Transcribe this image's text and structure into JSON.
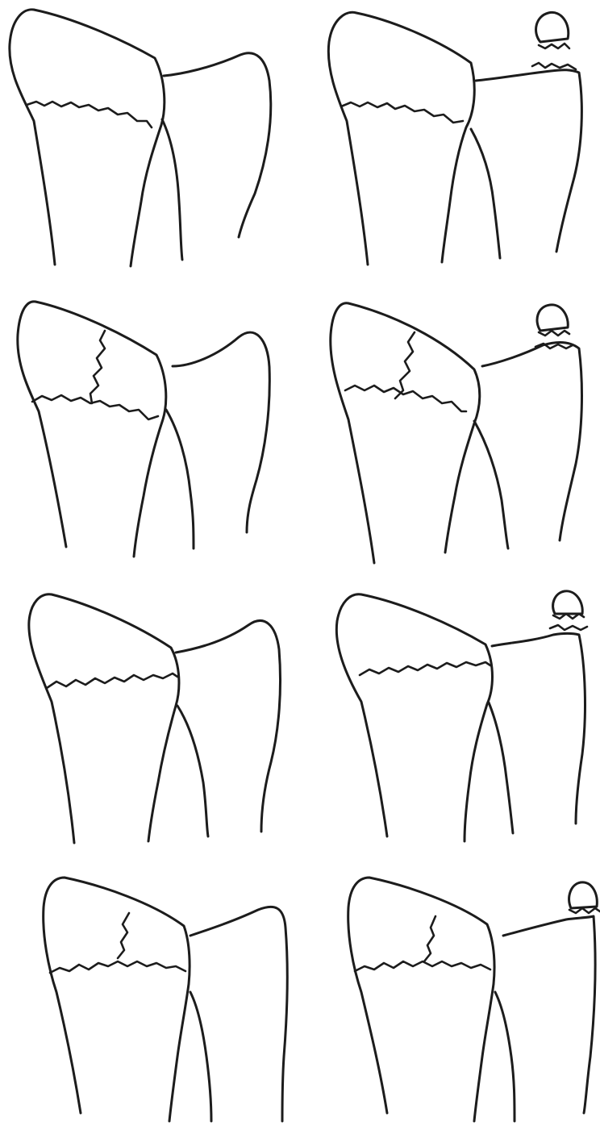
{
  "figure": {
    "line_color": "#1c1c1c",
    "background_color": "#ffffff",
    "panels": [
      {
        "row": 1,
        "column": "left",
        "fragments": [
          "radius-shaft",
          "radius-distal-fracture-line",
          "ulna"
        ]
      },
      {
        "row": 1,
        "column": "right",
        "fragments": [
          "radius-shaft",
          "radius-distal-fracture-line",
          "ulna",
          "ulnar-styloid-avulsion"
        ]
      },
      {
        "row": 2,
        "column": "left",
        "fragments": [
          "radius-shaft",
          "radius-transverse-fracture-line",
          "radius-intra-articular-split",
          "ulna"
        ]
      },
      {
        "row": 2,
        "column": "right",
        "fragments": [
          "radius-shaft",
          "radius-transverse-fracture-line",
          "radius-intra-articular-split",
          "ulna",
          "ulnar-styloid-avulsion"
        ]
      },
      {
        "row": 3,
        "column": "left",
        "fragments": [
          "radius-shaft",
          "radius-distal-fracture-line",
          "ulna"
        ]
      },
      {
        "row": 3,
        "column": "right",
        "fragments": [
          "radius-shaft",
          "radius-distal-fracture-line",
          "ulna",
          "ulnar-styloid-avulsion"
        ]
      },
      {
        "row": 4,
        "column": "left",
        "fragments": [
          "radius-shaft",
          "radius-transverse-fracture-line",
          "radius-intra-articular-split",
          "ulna"
        ]
      },
      {
        "row": 4,
        "column": "right",
        "fragments": [
          "radius-shaft",
          "radius-transverse-fracture-line",
          "radius-intra-articular-split",
          "ulna",
          "ulnar-styloid-avulsion"
        ]
      }
    ]
  }
}
